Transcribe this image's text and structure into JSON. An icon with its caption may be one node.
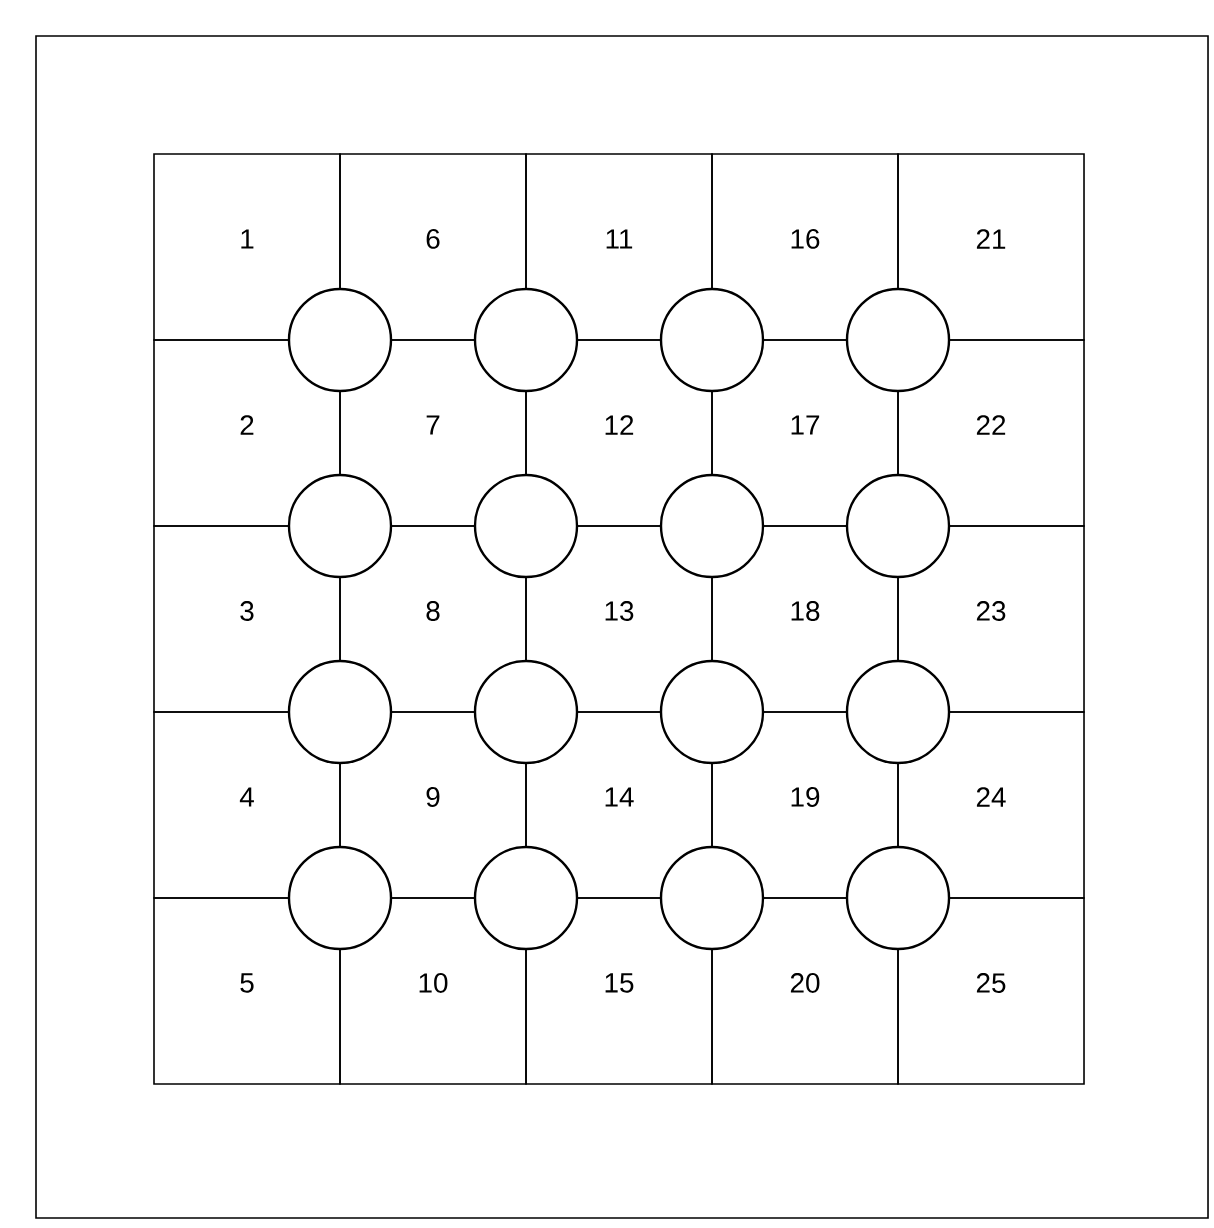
{
  "diagram": {
    "nodes": [
      {
        "text": [
          "1"
        ]
      },
      {
        "text": [
          "6"
        ]
      },
      {
        "text": [
          "11"
        ]
      },
      {
        "text": [
          "16"
        ]
      },
      {
        "text": [
          "21"
        ]
      },
      {
        "text": [
          "2"
        ]
      },
      {
        "text": [
          "7"
        ]
      },
      {
        "text": [
          "12"
        ]
      },
      {
        "text": [
          "17"
        ]
      },
      {
        "text": [
          "22"
        ]
      },
      {
        "text": [
          "3"
        ]
      },
      {
        "text": [
          "8"
        ]
      },
      {
        "text": [
          "13"
        ]
      },
      {
        "text": [
          "18"
        ]
      },
      {
        "text": [
          "23"
        ]
      },
      {
        "text": [
          "4"
        ]
      },
      {
        "text": [
          "9"
        ]
      },
      {
        "text": [
          "14"
        ]
      },
      {
        "text": [
          "19"
        ]
      },
      {
        "text": [
          "24"
        ]
      },
      {
        "text": [
          "5"
        ]
      },
      {
        "text": [
          "10"
        ]
      },
      {
        "text": [
          "15"
        ]
      },
      {
        "text": [
          "20"
        ]
      },
      {
        "text": [
          "25"
        ]
      },
      {
        "text": [],
        "shape": "circle"
      },
      {
        "text": [],
        "shape": "circle"
      },
      {
        "text": [],
        "shape": "circle"
      },
      {
        "text": [],
        "shape": "circle"
      },
      {
        "text": [],
        "shape": "circle"
      },
      {
        "text": [],
        "shape": "circle"
      },
      {
        "text": [],
        "shape": "circle"
      },
      {
        "text": [],
        "shape": "circle"
      },
      {
        "text": [],
        "shape": "circle"
      },
      {
        "text": [],
        "shape": "circle"
      },
      {
        "text": [],
        "shape": "circle"
      },
      {
        "text": [],
        "shape": "circle"
      },
      {
        "text": [],
        "shape": "circle"
      },
      {
        "text": [],
        "shape": "circle"
      },
      {
        "text": [],
        "shape": "circle"
      },
      {
        "text": [],
        "shape": "circle"
      }
    ]
  }
}
